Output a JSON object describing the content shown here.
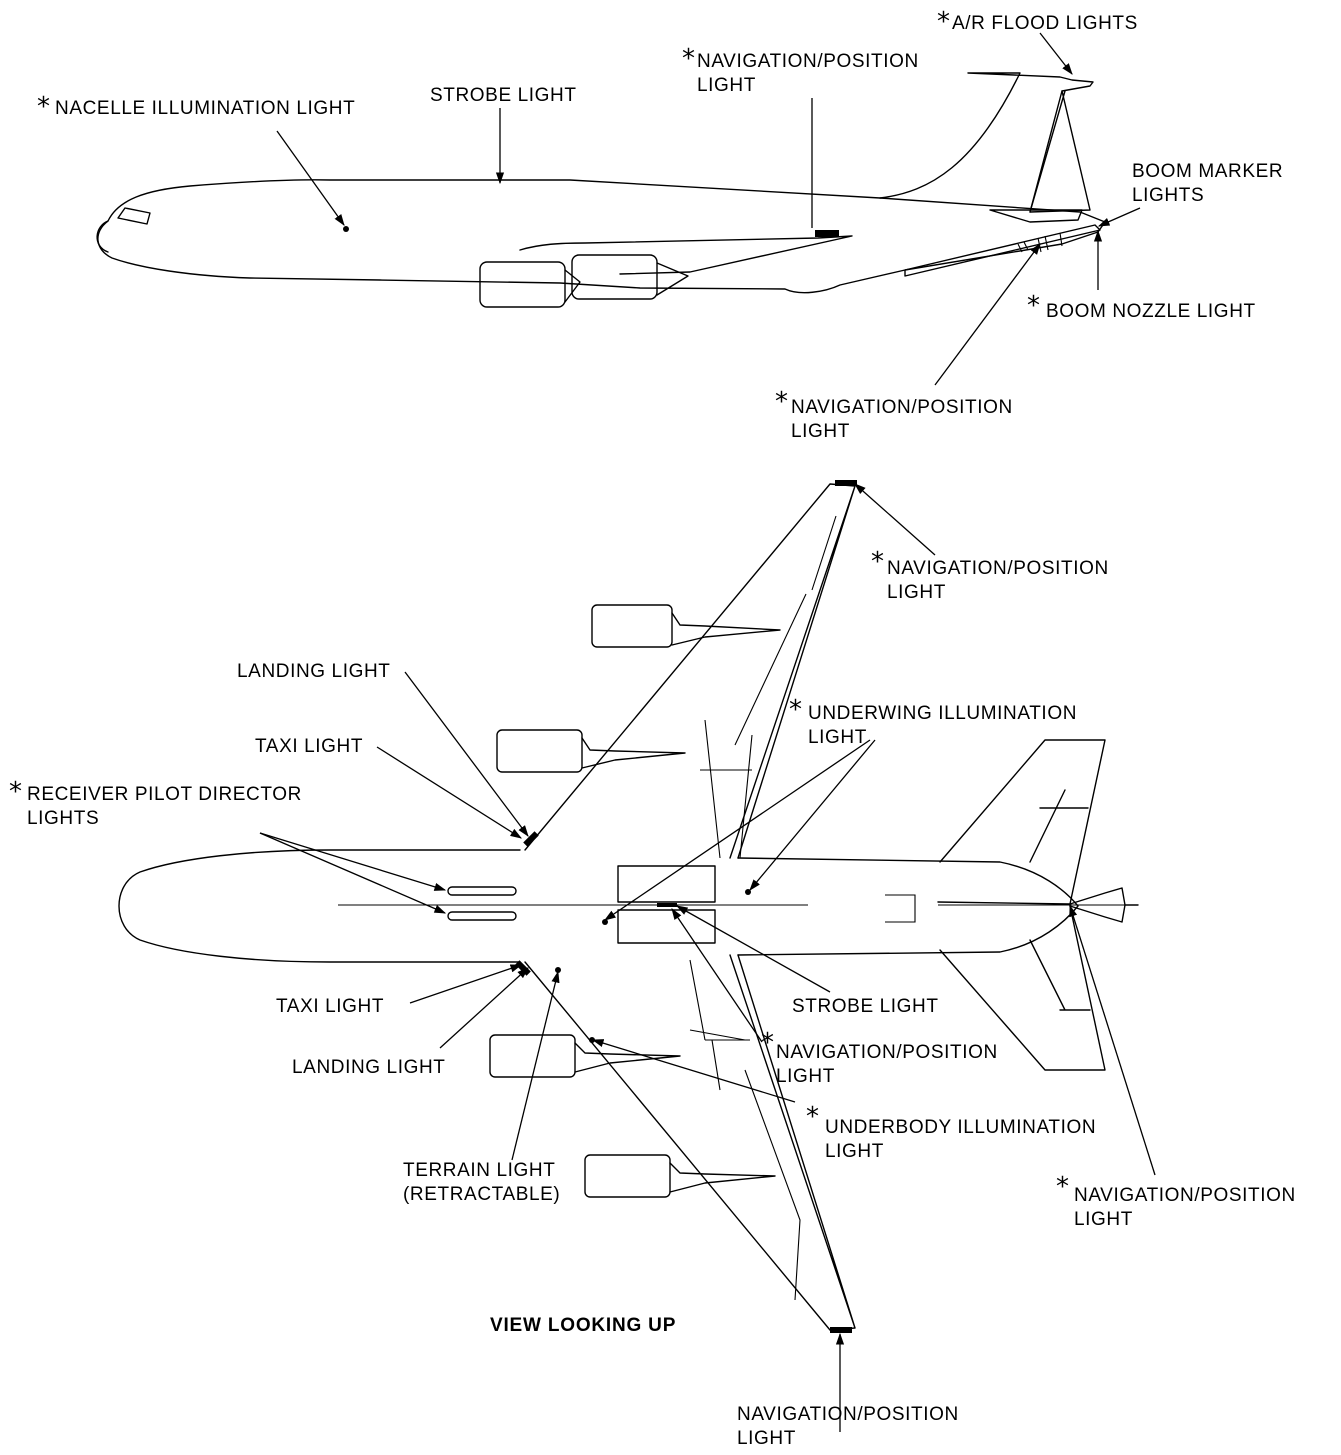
{
  "labels": {
    "ar_flood": "A/R FLOOD LIGHTS",
    "nav_pos_top_1": "NAVIGATION/POSITION",
    "nav_pos_top_2": "LIGHT",
    "nacelle": "NACELLE ILLUMINATION LIGHT",
    "strobe_top": "STROBE LIGHT",
    "boom_marker_1": "BOOM MARKER",
    "boom_marker_2": "LIGHTS",
    "boom_nozzle": "BOOM NOZZLE LIGHT",
    "nav_pos_mid_1": "NAVIGATION/POSITION",
    "nav_pos_mid_2": "LIGHT",
    "nav_pos_wingtip_1": "NAVIGATION/POSITION",
    "nav_pos_wingtip_2": "LIGHT",
    "landing_upper": "LANDING LIGHT",
    "taxi_upper": "TAXI LIGHT",
    "underwing_1": "UNDERWING ILLUMINATION",
    "underwing_2": "LIGHT",
    "receiver_1": "RECEIVER PILOT DIRECTOR",
    "receiver_2": "LIGHTS",
    "taxi_lower": "TAXI LIGHT",
    "strobe_lower": "STROBE LIGHT",
    "landing_lower": "LANDING LIGHT",
    "nav_pos_center_1": "NAVIGATION/POSITION",
    "nav_pos_center_2": "LIGHT",
    "underbody_1": "UNDERBODY ILLUMINATION",
    "underbody_2": "LIGHT",
    "terrain_1": "TERRAIN LIGHT",
    "terrain_2": "(RETRACTABLE)",
    "nav_pos_tail_1": "NAVIGATION/POSITION",
    "nav_pos_tail_2": "LIGHT",
    "nav_pos_bottom_1": "NAVIGATION/POSITION",
    "nav_pos_bottom_2": "LIGHT",
    "view_title": "VIEW LOOKING UP"
  },
  "asterisk": "*"
}
